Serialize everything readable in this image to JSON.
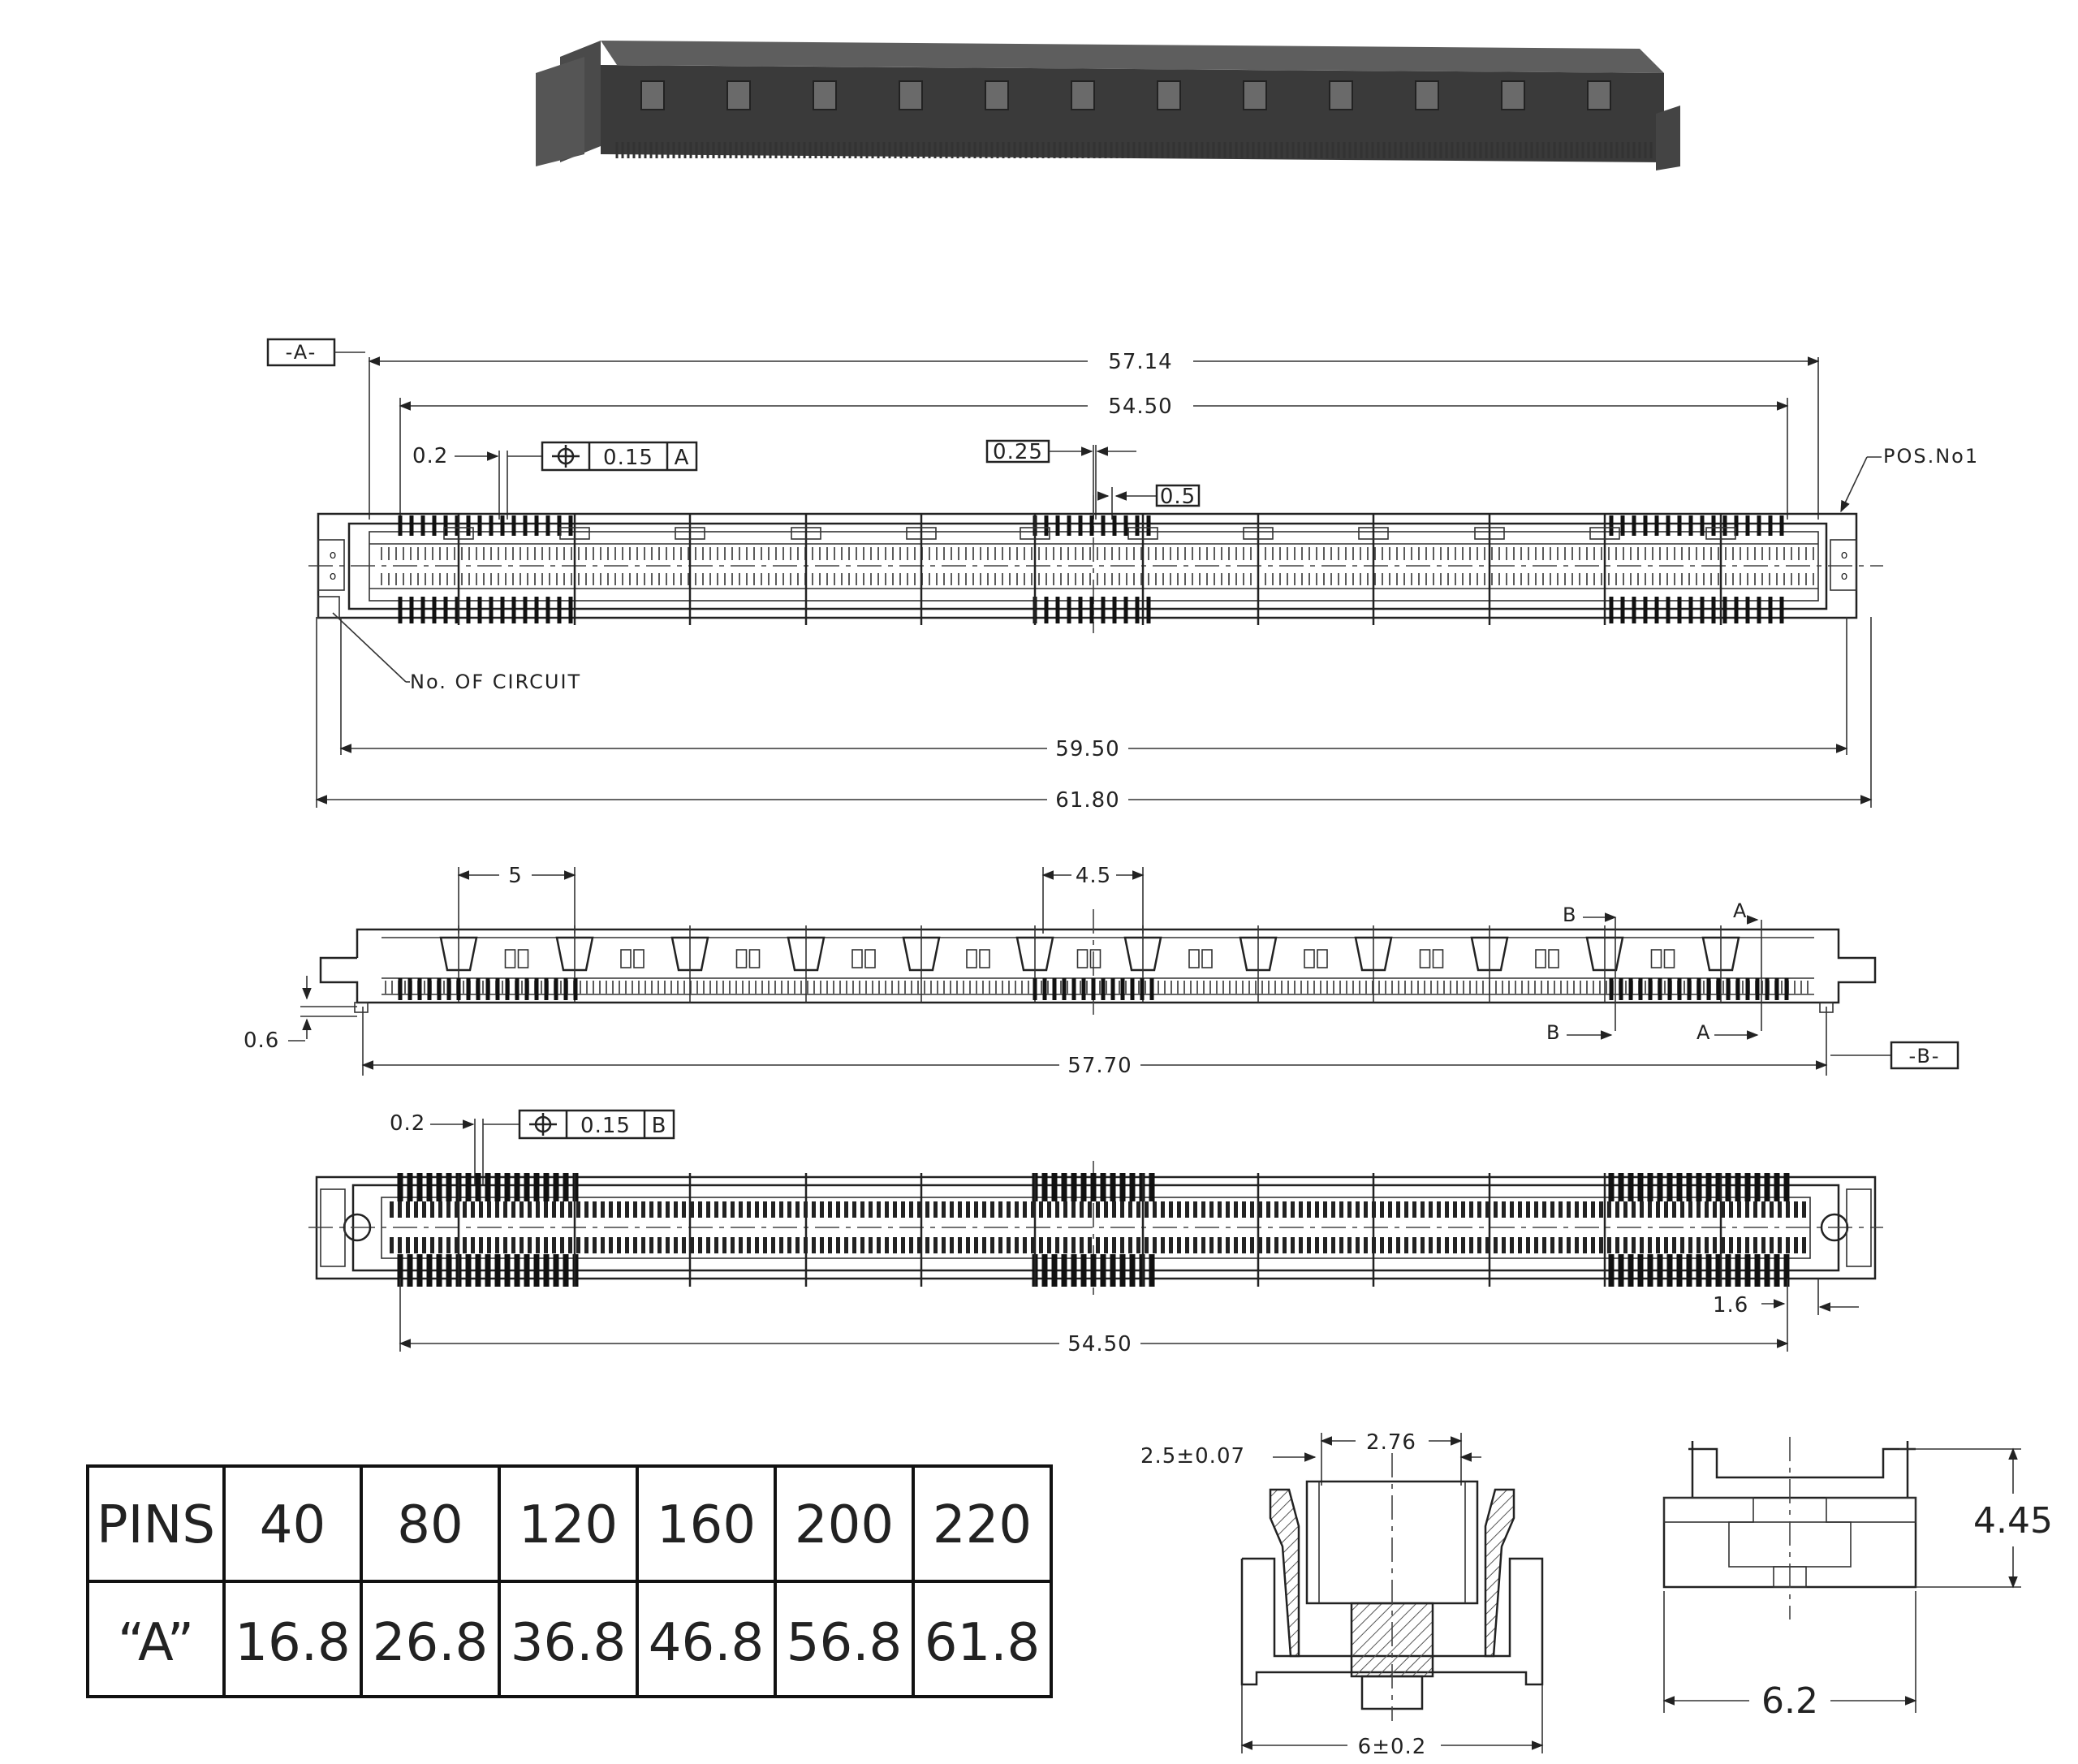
{
  "top_view": {
    "datum": "-A-",
    "dims": {
      "overall_57": "57.14",
      "contact_span": "54.50",
      "pcb_span": "59.50",
      "overall_61": "61.80",
      "pin_width": "0.2",
      "slot_width": "0.25",
      "pitch": "0.5"
    },
    "tolerance": {
      "value": "0.15",
      "datum": "A"
    },
    "labels": {
      "pos_no1": "POS.No1",
      "no_of_circuit": "No. OF CIRCUIT"
    }
  },
  "side_view": {
    "datum": "-B-",
    "dims": {
      "peg_pitch_left": "5",
      "peg_pitch_mid": "4.5",
      "standoff": "0.6",
      "length": "57.70"
    },
    "section_marks": {
      "a": "A",
      "b": "B"
    }
  },
  "bottom_view": {
    "dims": {
      "pin_width": "0.2",
      "span": "54.50",
      "edge": "1.6"
    },
    "tolerance": {
      "value": "0.15",
      "datum": "B"
    }
  },
  "section_view": {
    "dims": {
      "slot": "2.76",
      "wall": "2.5±0.07",
      "width": "6±0.2"
    }
  },
  "end_view": {
    "dims": {
      "height": "4.45",
      "width": "6.2"
    }
  },
  "pin_table": {
    "headers": [
      "PINS",
      "40",
      "80",
      "120",
      "160",
      "200",
      "220"
    ],
    "row": [
      "“A”",
      "16.8",
      "26.8",
      "36.8",
      "46.8",
      "56.8",
      "61.8"
    ]
  }
}
